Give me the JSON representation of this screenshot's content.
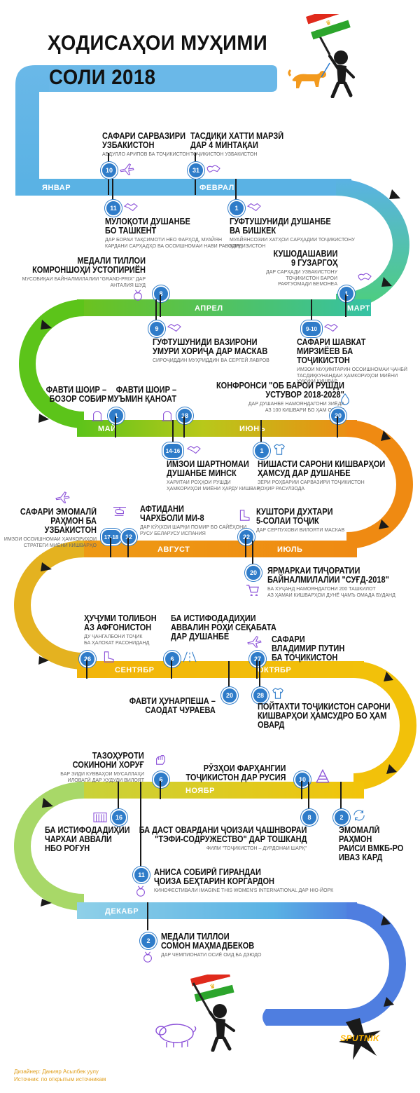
{
  "title": {
    "line1": "ҲОДИСАҲОИ МУҲИМИ",
    "line2": "СОЛИ 2018"
  },
  "months": {
    "jan": "ЯНВАР",
    "feb": "ФЕВРАЛ",
    "mar": "МАРТ",
    "apr": "АПРЕЛ",
    "may": "МАЙ",
    "jun": "ИЮНЬ",
    "jul": "ИЮЛЬ",
    "aug": "АВГУСТ",
    "sep": "СЕНТЯБР",
    "oct": "ОКТЯБР",
    "nov": "НОЯБР",
    "dec": "ДЕКАБР"
  },
  "events": {
    "e1": {
      "day": "10",
      "title": "САФАРИ САРВАЗИРИ\nУЗБАКИСТОН",
      "sub": "АБДУЛЛО АРИПОВ БА ТОҶИКИСТОН"
    },
    "e2": {
      "day": "31",
      "title": "ТАСДИҚИ ХАТТИ МАРЗӢ\nДАР 4 МИНТАҚАИ",
      "sub": "ТОҶИКИСТОН УЗБАКИСТОН"
    },
    "e3": {
      "day": "11",
      "title": "МУЛОҚОТИ ДУШАНБЕ\nБО ТАШКЕНТ",
      "sub": "ДАР БОРАИ ТАҚСИМОТИ НЕО ФАРҲОД, МУАЙЯН\nКАРДАНИ САРҲАДҲО ВА ОСОИШНОМАИ НАВИ РАВОДИД"
    },
    "e4": {
      "day": "1",
      "title": "ГУФТУШУНИДИ ДУШАНБЕ\nВА БИШКЕК",
      "sub": "МУАЙЯНСОЗИИ ХАТҲОИ САРҲАДИИ ТОҶИКИСТОНУ\nҚИРҒИЗИСТОН"
    },
    "e5": {
      "day": "8",
      "title": "МЕДАЛИ ТИЛЛОИ\nКОМРОНШОҲИ УСТОПИРИЁН",
      "sub": "МУСОБИҚАИ БАЙНАЛМИЛАЛИИ \"GRAND-PRIX\" ДАР АНТАЛИЯ ШУД"
    },
    "e6": {
      "day": "1",
      "title": "КУШОДАШАВИИ\n9 ГУЗАРГОҲ",
      "sub": "ДАР САРҲАДИ УЗБАКИСТОНУ\nТОҶИКИСТОН БАРОИ\nРАФТУОМАДИ БЕМОНЕА"
    },
    "e7": {
      "day": "9",
      "title": "ГУФТУШУНИДИ ВАЗИРОНИ\nУМУРИ ХОРИҶА ДАР МАСКАВ",
      "sub": "СИРОҶИДДИН МУҲРИДДИН ВА СЕРГЕЙ ЛАВРОВ"
    },
    "e8": {
      "day": "9-10",
      "title": "САФАРИ ШАВКАТ\nМИРЗИЁЕВ БА ТОҶИКИСТОН",
      "sub": "ИМЗОИ МУҲИМТАРИН ОСОИШНОМАИ ҶАНБӢ\nТАСДИҚКУНАНДАИ ҲАМКОРИҲОИ МИЁНИ\nҲУҚУҚИ КИШВАР"
    },
    "e9": {
      "day": "1",
      "title": "ФАВТИ ШОИР –\nБОЗОР СОБИР"
    },
    "e10": {
      "day": "18",
      "title": "ФАВТИ ШОИР –\nМУЪМИН ҚАНОАТ"
    },
    "e11": {
      "day": "20",
      "title": "КОНФРОНСИ \"ОБ БАРОИ РУШДИ\nУСТУВОР 2018-2028\"",
      "sub": "ДАР ДУШАНБЕ НАМОЯНДАГОНИ ЗИЁДА\nАЗ 100 КИШВАРИ БО ҲАМ ОВАРД"
    },
    "e12": {
      "day": "14-16",
      "title": "ИМЗОИ ШАРТНОМАИ\nДУШАНБЕ МИНСК",
      "sub": "ХАРИТАИ РОҲҲОИ РУШДИ\nҲАМКОРИҲОИ МИЁНИ ҲАРДУ КИШВАР"
    },
    "e13": {
      "day": "1",
      "title": "НИШАСТИ САРОНИ КИШВАРҲОИ\nҲАМСУД ДАР ДУШАНБЕ",
      "sub": "ЗЕРИ РОҲБАРИИ САРВАЗИРИ ТОҶИКИСТОН\nҚОҲИР РАСУЛЗОДА"
    },
    "e14": {
      "day": "17-18",
      "title": "САФАРИ ЭМОМАЛӢ\nРАҲМОН БА УЗБАКИСТОН",
      "sub": "ИМЗОИ ОСОИШНОМАИ ҲАМКОРИҲОИ\nСТРАТЕГИ МИЁНИ КИШВАРҲО"
    },
    "e15": {
      "day": "12",
      "title": "АФТИДАНИ\nЧАРХБОЛИ МИ-8",
      "sub": "ДАР КӮҲХОИ ШАРҚИ ПОМИР БО САЙЁҲОНИ\nРУСУ БЕЛАРУСУ ИСПАНИЯ"
    },
    "e16": {
      "day": "22",
      "title": "КУШТОРИ ДУХТАРИ\n5-СОЛАИ ТОҶИК",
      "sub": "ДАР СЕРПУХОВИ ВИЛОЯТИ МАСКАВ"
    },
    "e17": {
      "day": "20",
      "title": "ЯРМАРКАИ ТИҶОРАТИИ\nБАЙНАЛМИЛАЛИИ \"СУҒД-2018\"",
      "sub": "БА ХУҶАНД НАМОЯНДАГОНИ 200 ТАШКИЛОТ\nАЗ ҲАМАИ КИШВАРҲОИ ДУНЁ ҶАМЪ ОМАДА БУДАНД"
    },
    "e18": {
      "day": "26",
      "title": "ҲУҶУМИ ТОЛИБОН\nАЗ АФҒОНИСТОН",
      "sub": "ДУ ҶАНГАЛБОНИ ТОҶИК\nБА ҲАЛОКАТ РАСОНИДАНД"
    },
    "e19": {
      "day": "6",
      "title": "БА ИСТИФОДАДИҲИИ\nАВВАЛИН РОҲИ СЕҚАБАТА\nДАР ДУШАНБЕ"
    },
    "e20": {
      "day": "27",
      "title": "САФАРИ\nВЛАДИМИР ПУТИН\nБА ТОҶИКИСТОН"
    },
    "e21": {
      "day": "20",
      "title": "ФАВТИ ҲУНАРПЕША –\nСАОДАТ ЧУРАЕВА"
    },
    "e22": {
      "day": "28",
      "title": "ПОЙТАХТИ ТОҶИКИСТОН САРОНИ\nКИШВАРҲОИ ҲАМСУДРО БО ҲАМ\nОВАРД"
    },
    "e23": {
      "day": "6",
      "title": "ТАЗОҲУРОТИ\nСОКИНОНИ ХОРУҒ",
      "sub": "БАР ЗИДИ КУВВАҲОИ МУСАЛЛАҲИ\nИЛОВАГӢ ДАР ҲУДУДИ ВИЛОЯТ"
    },
    "e24": {
      "day": "10",
      "title": "РӮЗҲОИ ФАРҲАНГИИ\nТОҶИКИСТОН ДАР РУСИЯ"
    },
    "e25": {
      "day": "16",
      "title": "БА ИСТИФОДАДИҲИИ\nЧАРХАИ АВВАЛИ\nНБО РОҒУН"
    },
    "e26": {
      "day": "8",
      "title": "БА ДАСТ ОВАРДАНИ ҶОИЗАИ ҶАШНВОРАИ\n\"ТЭФИ-СОДРУЖЕСТВО\" ДАР ТОШКАНД",
      "sub": "ФИЛМ \"ТОҶИКИСТОН – ДУРДОНАИ ШАРҚ\""
    },
    "e27": {
      "day": "2",
      "title": "ЭМОМАЛӢ РАҲМОН\nРАИСИ ВМКБ-РО\nИВАЗ КАРД"
    },
    "e28": {
      "day": "11",
      "title": "АНИСА СОБИРӢ ГИРАНДАИ\nҶОИЗА БЕҲТАРИН КОРГАРДОН",
      "sub": "КИНОФЕСТИВАЛИ IMAGINE THIS WOMEN'S INTERNATIONAL ДАР НЮ-ЙОРК"
    },
    "e29": {
      "day": "2",
      "title": "МЕДАЛИ ТИЛЛОИ\nСОМОН МАҲМАДБЕКОВ",
      "sub": "ДАР ЧЕМПИОНАТИ ОСИЁ ОИД БА ДЗЮДО"
    }
  },
  "footer": {
    "designer": "Дизайнер: Данияр Асылбек уулу",
    "source": "Источник: по открытым источникам"
  },
  "brand": {
    "name": "SPUTNIK"
  },
  "colors": {
    "blue": "#5bb2e6",
    "green": "#6cc21c",
    "orange": "#ef8a12",
    "yellow": "#f2c10a",
    "accent": "#2f7cc9",
    "purple": "#8a4fd8"
  }
}
